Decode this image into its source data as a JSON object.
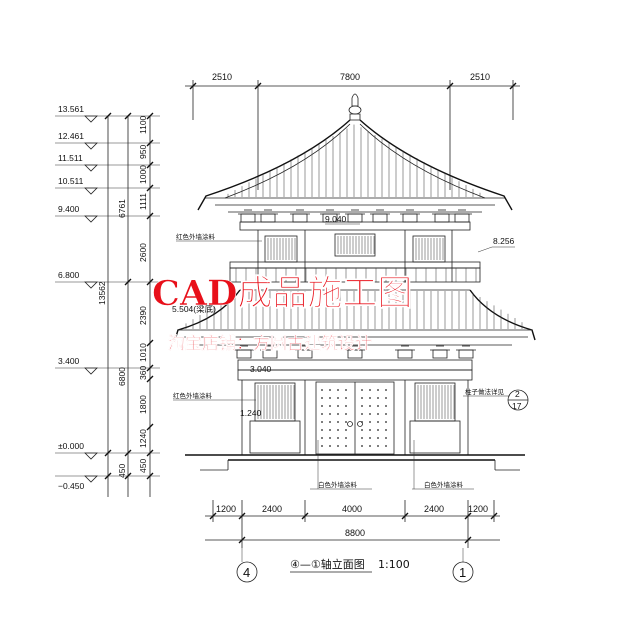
{
  "top_dims": [
    "2510",
    "7800",
    "2510"
  ],
  "bottom_dims": [
    "1200",
    "2400",
    "4000",
    "2400",
    "1200"
  ],
  "bottom_total": "8800",
  "levels": [
    "13.561",
    "12.461",
    "11.511",
    "10.511",
    "9.400",
    "6.800",
    "3.400",
    "±0.000",
    "−0.450"
  ],
  "height_segments": [
    "1100",
    "950",
    "1000",
    "1111",
    "2600",
    "2390",
    "1010",
    "360",
    "1800",
    "1240",
    "450"
  ],
  "height_totals": [
    "6761",
    "13562",
    "6800",
    "450"
  ],
  "elev_labels": {
    "e9040": "9.040",
    "e8256": "8.256",
    "e5504": "5.504(梁底)",
    "e3040": "3.040",
    "e1240": "1.240"
  },
  "notes": {
    "red_paint_upper": "红色外墙涂料",
    "red_paint_lower": "红色外墙涂料",
    "white_paint_left": "白色外墙涂料",
    "white_paint_right": "白色外墙涂料",
    "column_detail": "柱子做法详见"
  },
  "detail_ref": {
    "num": "2",
    "sheet": "17"
  },
  "watermark": {
    "title": "CAD成品施工图",
    "subtitle": "淘宝店铺：方圆古建筑设计"
  },
  "caption": {
    "axis_left": "4",
    "axis_right": "1",
    "title": "④—①轴立面图",
    "scale": "1:100"
  }
}
